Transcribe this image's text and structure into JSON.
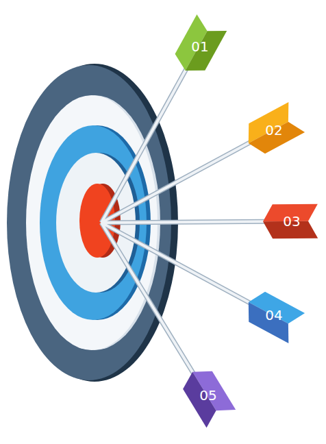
{
  "diagram": {
    "nodes": [
      {
        "text": [
          "01"
        ]
      },
      {
        "text": [
          "02"
        ]
      },
      {
        "text": [
          "03"
        ]
      },
      {
        "text": [
          "04"
        ]
      },
      {
        "text": [
          "05"
        ]
      }
    ]
  }
}
